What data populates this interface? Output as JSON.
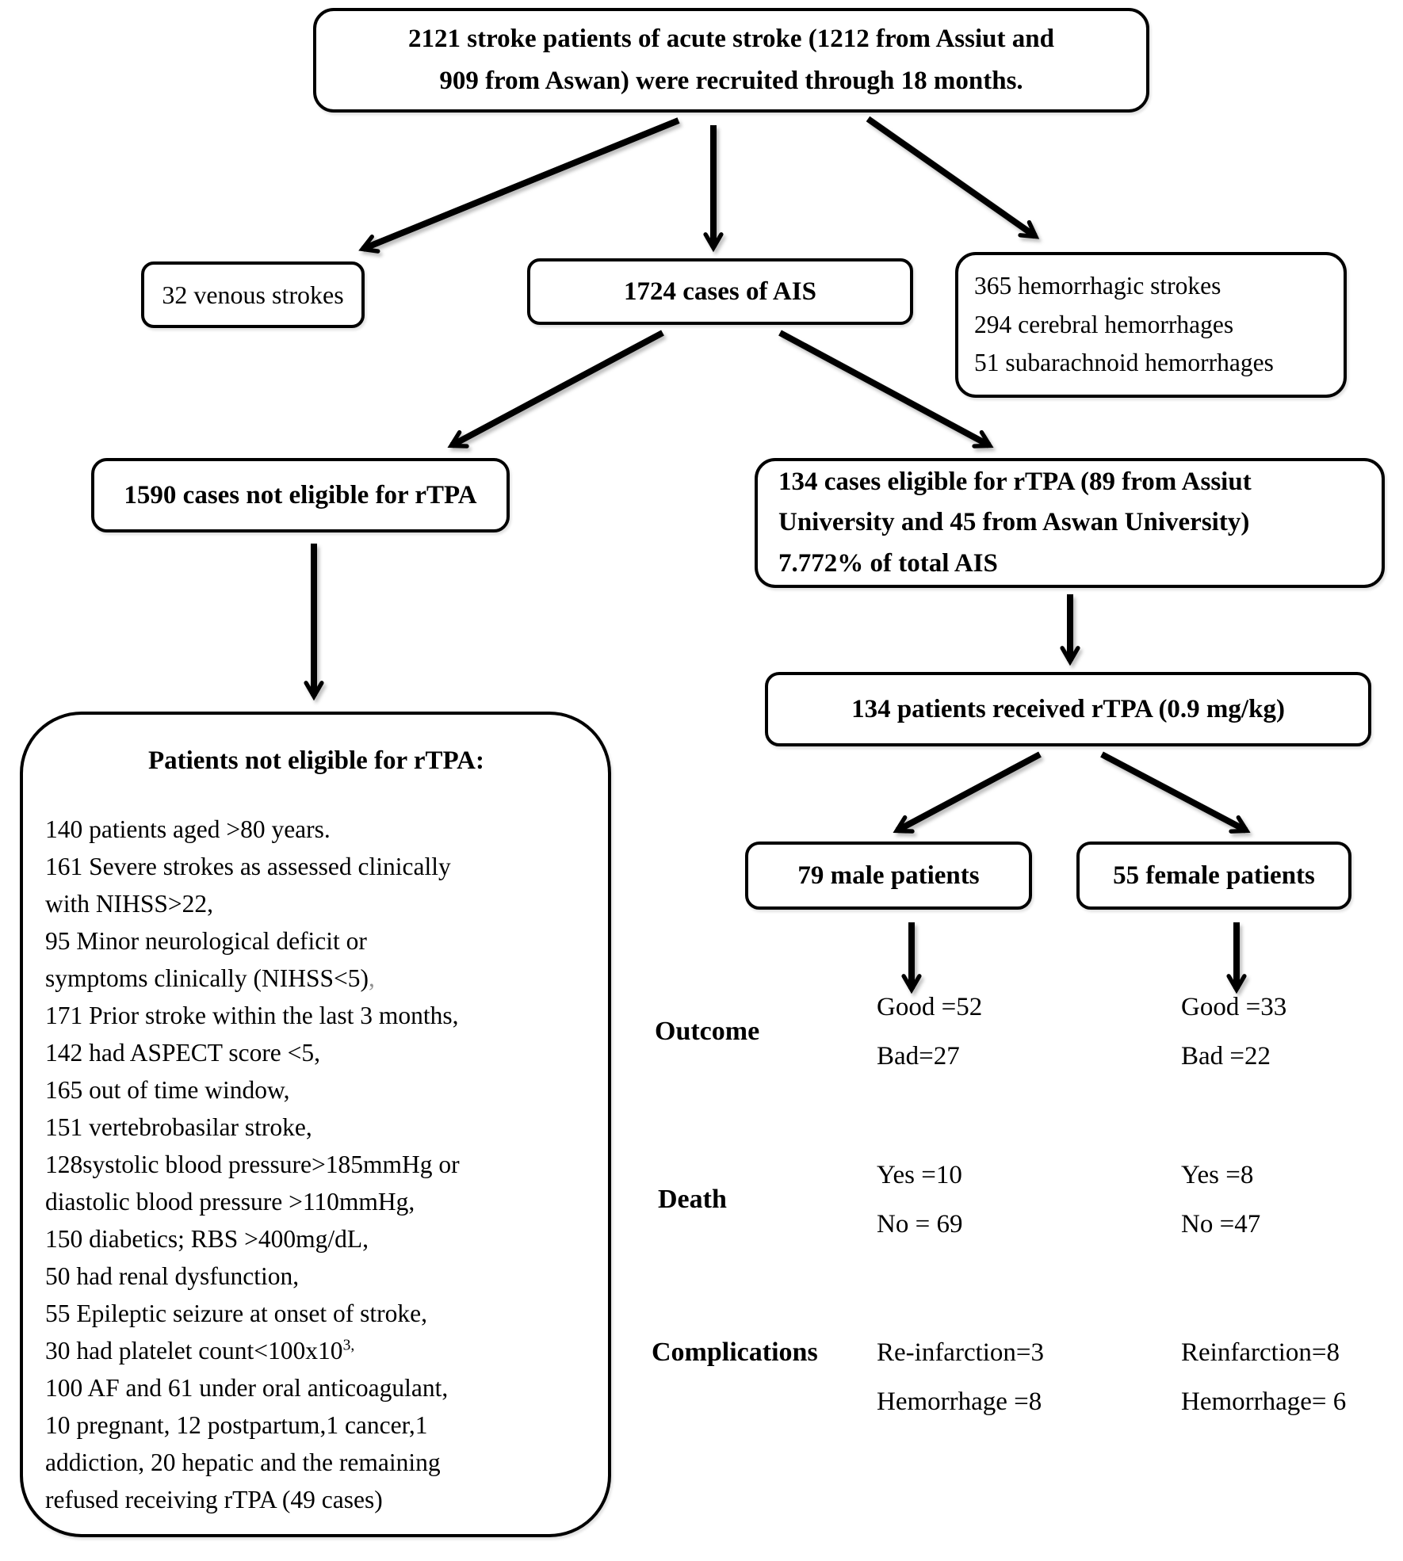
{
  "colors": {
    "background": "#ffffff",
    "text": "#000000",
    "box_border": "#000000",
    "arrow": "#000000",
    "muted_comma": "#909090"
  },
  "boxes": {
    "recruited": {
      "line1": "2121 stroke patients of acute stroke (1212 from Assiut and",
      "line2": "909 from Aswan) were recruited through 18 months."
    },
    "venous": "32 venous strokes",
    "ais": "1724 cases of AIS",
    "hemorrhagic": {
      "line1": "365 hemorrhagic strokes",
      "line2": "294 cerebral hemorrhages",
      "line3": "51 subarachnoid hemorrhages"
    },
    "not_eligible": "1590 cases not eligible for rTPA",
    "eligible": {
      "line1": "134 cases eligible for rTPA (89 from Assiut",
      "line2": "University and 45 from Aswan University)",
      "line3": "7.772% of total AIS"
    },
    "received": "134 patients received rTPA (0.9 mg/kg)",
    "male": "79 male patients",
    "female": "55 female patients"
  },
  "not_eligible_detail": {
    "title": "Patients not eligible for rTPA:",
    "lines": [
      "140 patients aged >80 years.",
      "161 Severe strokes as assessed clinically",
      "with NIHSS>22,",
      "95 Minor neurological deficit or",
      "symptoms clinically (NIHSS<5)",
      "171 Prior stroke within the last 3 months,",
      "142 had ASPECT score <5,",
      "165 out of time window,",
      "151 vertebrobasilar stroke,",
      "128systolic blood pressure>185mmHg or",
      "diastolic blood pressure >110mmHg,",
      "150 diabetics; RBS >400mg/dL,",
      "50 had renal dysfunction,",
      "55 Epileptic seizure at onset of stroke,",
      "30 had platelet count<100x10",
      "100 AF and 61 under oral anticoagulant,",
      "10 pregnant, 12 postpartum,1 cancer,1",
      "addiction, 20 hepatic and the remaining",
      "refused receiving rTPA (49 cases)"
    ],
    "gray_comma": ",",
    "platelet_sup": "3,"
  },
  "results": {
    "outcome_label": "Outcome",
    "male_outcome_line1": "Good =52",
    "male_outcome_line2": "Bad=27",
    "female_outcome_line1": "Good =33",
    "female_outcome_line2": "Bad =22",
    "death_label": "Death",
    "male_death_line1": "Yes =10",
    "male_death_line2": "No = 69",
    "female_death_line1": "Yes =8",
    "female_death_line2": "No =47",
    "complications_label": "Complications",
    "male_complications_line1": "Re-infarction=3",
    "male_complications_line2": "Hemorrhage =8",
    "female_complications_line1": "Reinfarction=8",
    "female_complications_line2": "Hemorrhage= 6"
  }
}
